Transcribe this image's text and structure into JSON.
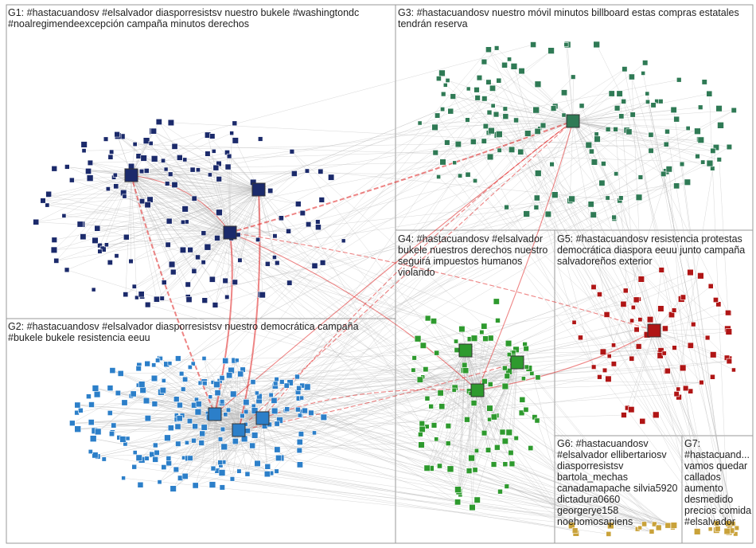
{
  "groups": [
    {
      "id": "G1",
      "lines": [
        "G1: #hastacuandosv #elsalvador diasporresistsv nuestro bukele #washingtondc",
        "#noalregimendeexcepción campaña minutos derechos"
      ],
      "node_color": "#1b2a6b",
      "node_count": 150
    },
    {
      "id": "G2",
      "lines": [
        "G2: #hastacuandosv #elsalvador diasporresistsv nuestro democrática campaña",
        "#bukele bukele resistencia eeuu"
      ],
      "node_color": "#2c7fc9",
      "node_count": 200
    },
    {
      "id": "G3",
      "lines": [
        "G3: #hastacuandosv nuestro móvil minutos billboard estas compras estatales",
        "tendrán reserva"
      ],
      "node_color": "#2f7a55",
      "node_count": 150
    },
    {
      "id": "G4",
      "lines": [
        "G4: #hastacuandosv #elsalvador",
        "bukele nuestros derechos nuestro",
        "seguirá impuestos humanos",
        "violando"
      ],
      "node_color": "#2e9a2e",
      "node_count": 100
    },
    {
      "id": "G5",
      "lines": [
        "G5: #hastacuandosv resistencia protestas",
        "democrática diaspora eeuu junto campaña",
        "salvadoreños exterior"
      ],
      "node_color": "#b01515",
      "node_count": 70
    },
    {
      "id": "G6",
      "lines": [
        "G6: #hastacuandosv",
        "#elsalvador ellibertariosv",
        "diasporresistsv",
        "bartola_mechas",
        "canadamapache silvia5920",
        "dictadura0660",
        "georgerye158",
        "noehomosapiens"
      ],
      "node_color": "#c9a23a",
      "node_count": 14
    },
    {
      "id": "G7",
      "lines": [
        "G7:",
        "#hastacuand...",
        "vamos quedar",
        "callados",
        "aumento",
        "desmedido",
        "precios comida",
        "#elsalvador"
      ],
      "node_color": "#c9a23a",
      "node_count": 14
    }
  ],
  "colors": {
    "edge": "#b8b8b8",
    "edge_highlight": "#e02020",
    "box_border": "#9a9a9a"
  }
}
